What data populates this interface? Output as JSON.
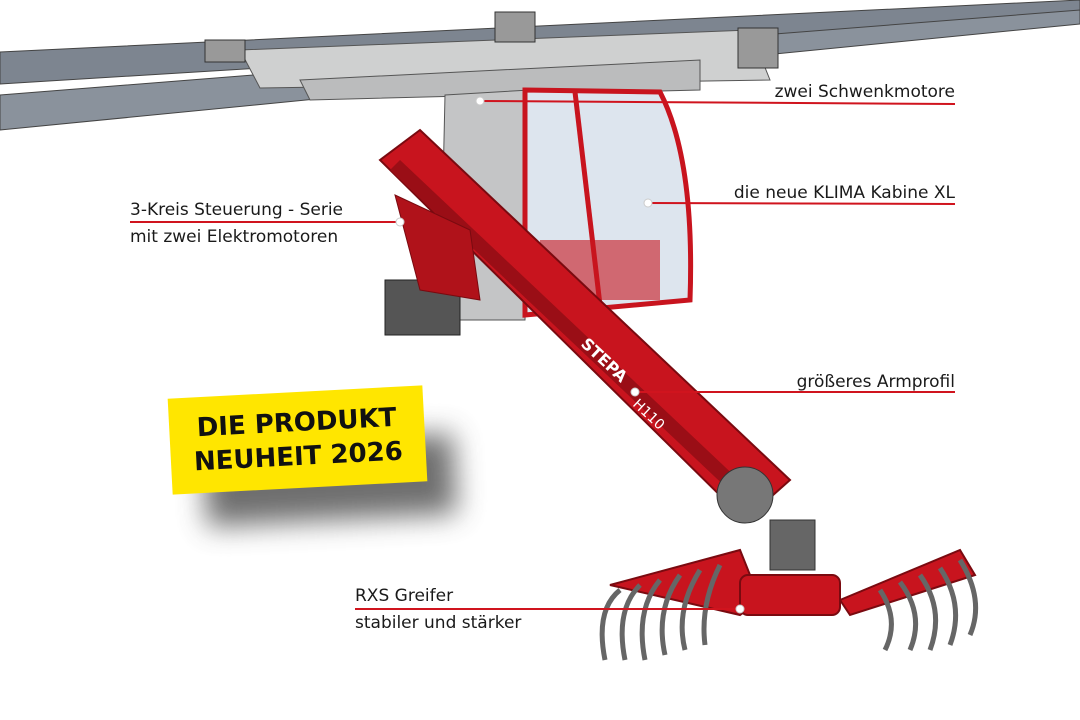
{
  "callouts": {
    "swivel_motors": "zwei Schwenkmotore",
    "cabin": "die neue KLIMA Kabine XL",
    "control_line1": "3-Kreis Steuerung - Serie",
    "control_line2": "mit zwei Elektromotoren",
    "arm_profile": "größeres Armprofil",
    "grapple_line1": "RXS Greifer",
    "grapple_line2": "stabiler und stärker"
  },
  "badge": {
    "line1": "DIE PRODUKT",
    "line2": "NEUHEIT 2026",
    "color": "#ffe600"
  },
  "machine_markings": {
    "brand_logo": "STEPA",
    "model": "H110"
  },
  "colors": {
    "accent_red": "#c8141e",
    "rail_gray": "#7d8590",
    "callout_line": "#d0141e"
  }
}
